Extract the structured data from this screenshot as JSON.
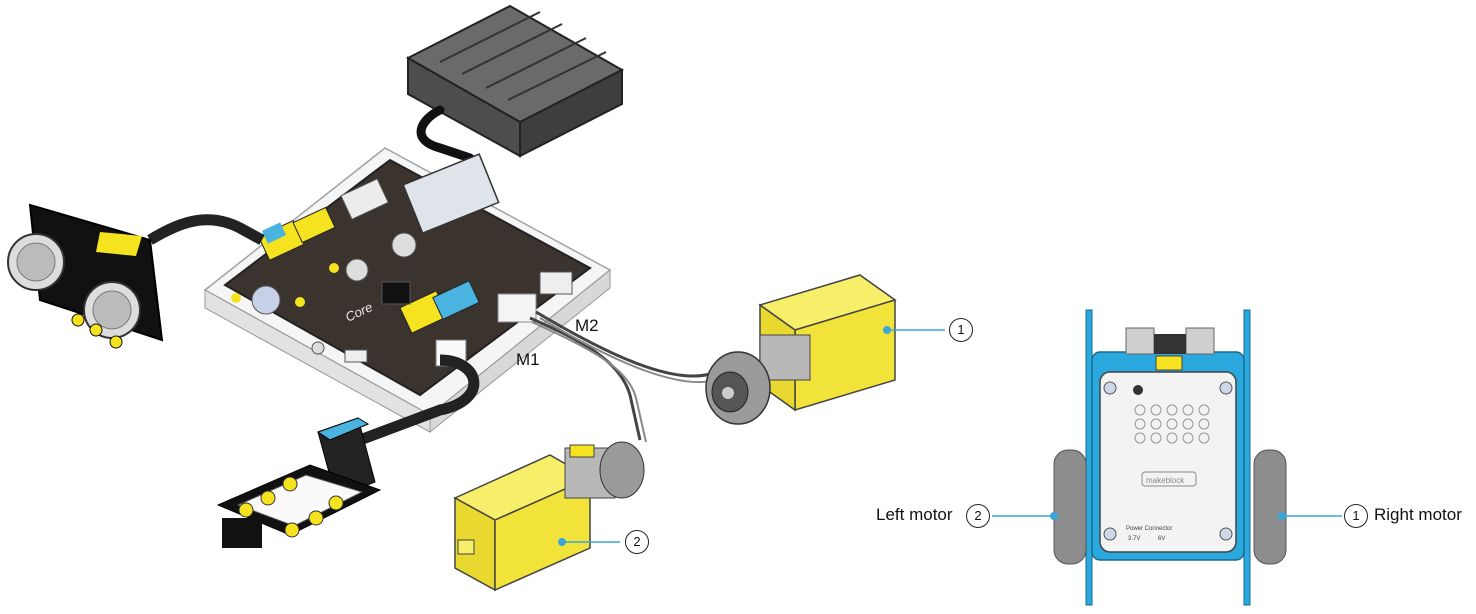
{
  "ports": {
    "m1": "M1",
    "m2": "M2"
  },
  "callouts": {
    "one": "1",
    "two": "2"
  },
  "board": {
    "core_text": "Core",
    "brand_text": "makeblock",
    "power_text": "Power Connector",
    "volt_a": "3.7V",
    "volt_b": "6V"
  },
  "labels": {
    "left_motor": "Left motor",
    "right_motor": "Right motor"
  },
  "colors": {
    "motor_yellow": "#f2e33a",
    "chassis_blue": "#2ba8de",
    "leader_blue": "#3aa6d8",
    "sensor_yellow": "#f5e31f",
    "board_dark": "#3b332e",
    "battery_gray": "#555555"
  }
}
